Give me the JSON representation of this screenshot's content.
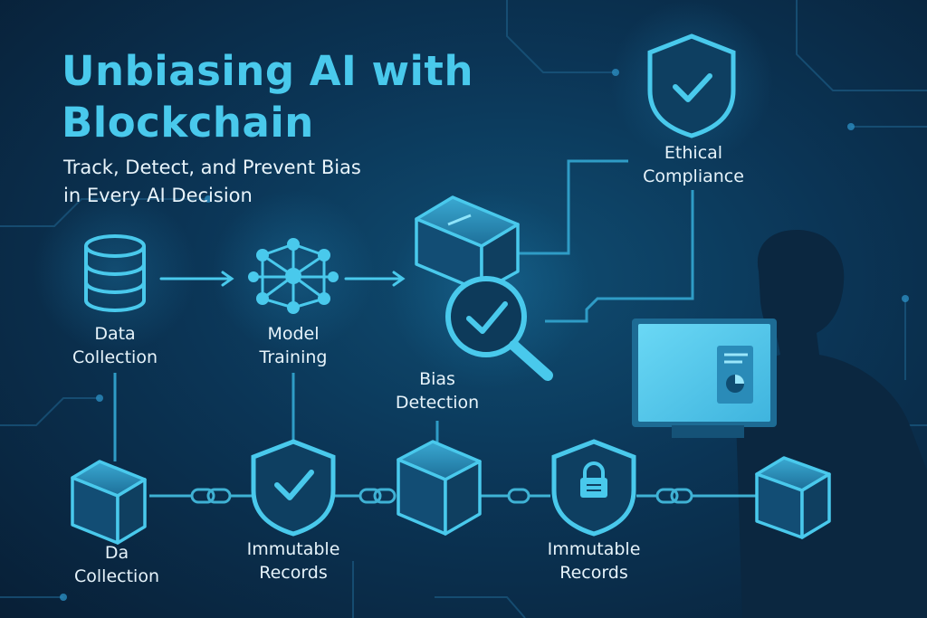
{
  "title_line1": "Unbiasing AI with",
  "title_line2": "Blockchain",
  "subtitle_line1": "Track, Detect, and Prevent Bias",
  "subtitle_line2": "in Every AI Decision",
  "labels": {
    "data_collection": [
      "Data",
      "Collection"
    ],
    "model_training": [
      "Model",
      "Training"
    ],
    "bias_detection": [
      "Bias",
      "Detection"
    ],
    "ethical_compliance": [
      "Ethical",
      "Compliance"
    ],
    "chain_data_collection": [
      "Da",
      "Collection"
    ],
    "immutable_records_1": [
      "Immutable",
      "Records"
    ],
    "immutable_records_2": [
      "Immutable",
      "Records"
    ]
  },
  "colors": {
    "accent": "#49c9ec",
    "line": "#2f9cc6",
    "text": "#e6f3fa"
  },
  "icons": [
    "database-icon",
    "neural-network-icon",
    "cube-icon",
    "magnifier-check-icon",
    "shield-check-icon",
    "shield-lock-icon",
    "chain-link-icon",
    "person-silhouette-icon",
    "monitor-dashboard-icon"
  ]
}
